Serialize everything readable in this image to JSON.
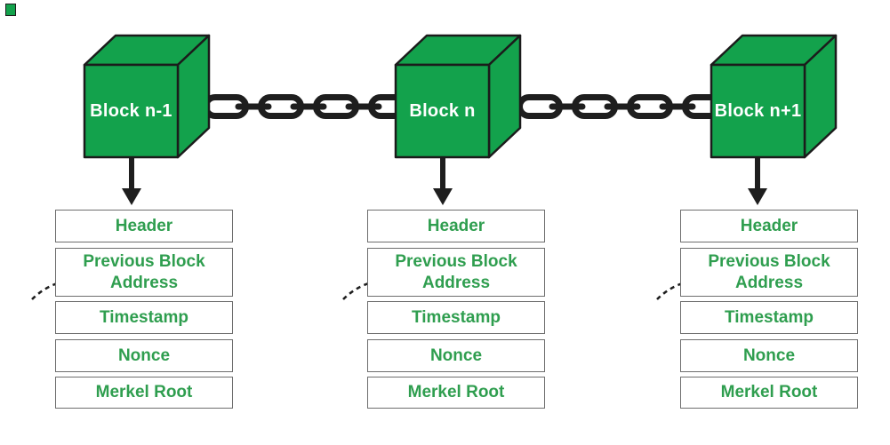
{
  "diagram": {
    "name": "blockchain-structure-diagram",
    "colors": {
      "block_green": "#13a24c",
      "field_text_green": "#2f9e4f",
      "chain_black": "#1e1e1e",
      "box_border_grey": "#6e6e6e",
      "cube_label_white": "#ffffff"
    },
    "blocks": [
      {
        "label": "Block n-1",
        "fields": [
          "Header",
          "Previous Block Address",
          "Timestamp",
          "Nonce",
          "Merkel Root"
        ]
      },
      {
        "label": "Block n",
        "fields": [
          "Header",
          "Previous Block Address",
          "Timestamp",
          "Nonce",
          "Merkel Root"
        ]
      },
      {
        "label": "Block n+1",
        "fields": [
          "Header",
          "Previous Block Address",
          "Timestamp",
          "Nonce",
          "Merkel Root"
        ]
      }
    ]
  }
}
